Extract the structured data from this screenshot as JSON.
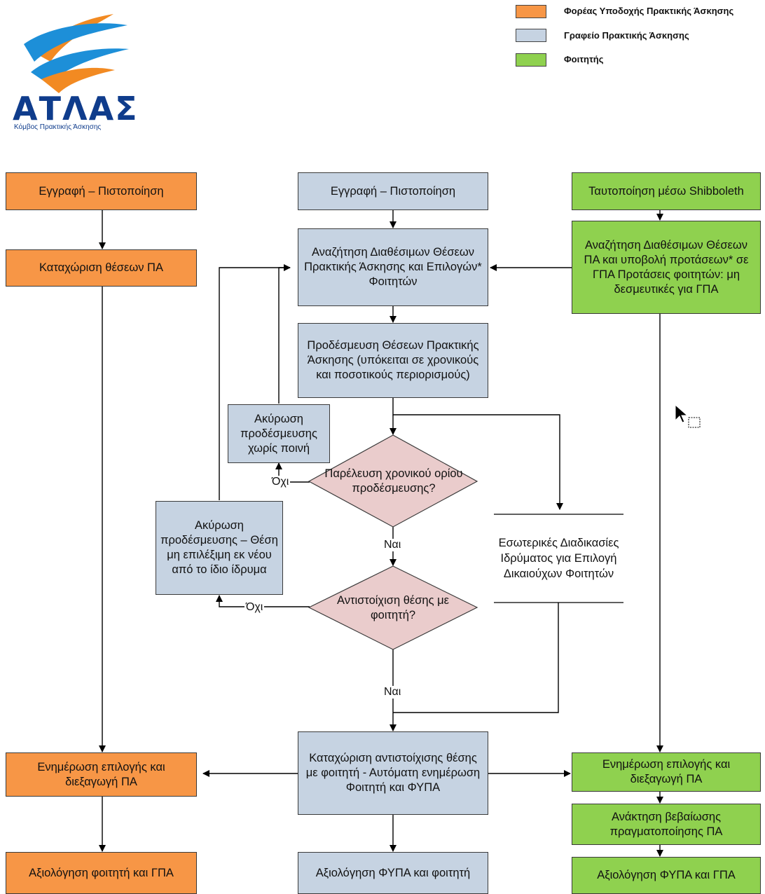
{
  "logo": {
    "name": "ΑΤΛΑΣ",
    "subtitle": "Κόμβος Πρακτικής Άσκησης",
    "colors": {
      "swirl_blue": "#1d8fd8",
      "swirl_orange": "#f28a22",
      "text": "#0f3c8c"
    }
  },
  "legend": [
    {
      "label": "Φορέας Υποδοχής Πρακτικής Άσκησης",
      "color": "#f79646"
    },
    {
      "label": "Γραφείο Πρακτικής Άσκησης",
      "color": "#c6d3e2"
    },
    {
      "label": "Φοιτητής",
      "color": "#8fd14f"
    }
  ],
  "lanes": {
    "host": {
      "color": "#f79646",
      "steps": [
        "Εγγραφή – Πιστοποίηση",
        "Καταχώριση θέσεων ΠΑ",
        "Ενημέρωση επιλογής και διεξαγωγή ΠΑ",
        "Αξιολόγηση φοιτητή και ΓΠΑ"
      ]
    },
    "office": {
      "color": "#c6d3e2",
      "steps": [
        "Εγγραφή – Πιστοποίηση",
        "Αναζήτηση Διαθέσιμων Θέσεων Πρακτικής Άσκησης και Επιλογών* Φοιτητών",
        "Προδέσμευση Θέσεων Πρακτικής Άσκησης (υπόκειται σε χρονικούς και ποσοτικούς περιορισμούς)",
        "Καταχώριση αντιστοίχισης θέσης με φοιτητή - Αυτόματη ενημέρωση Φοιτητή και ΦΥΠΑ",
        "Αξιολόγηση ΦΥΠΑ και φοιτητή"
      ],
      "cancel_no_penalty": "Ακύρωση προδέσμευσης χωρίς ποινή",
      "cancel_reject": "Ακύρωση προδέσμευσης – Θέση μη επιλέξιμη εκ νέου από το ίδιο ίδρυμα",
      "internal_process": "Εσωτερικές Διαδικασίες Ιδρύματος για Επιλογή Δικαιούχων Φοιτητών"
    },
    "student": {
      "color": "#8fd14f",
      "steps": [
        "Ταυτοποίηση μέσω Shibboleth",
        "Αναζήτηση Διαθέσιμων Θέσεων ΠΑ και υποβολή προτάσεων* σε ΓΠΑ Προτάσεις φοιτητών: μη δεσμευτικές για ΓΠΑ",
        "Ενημέρωση επιλογής και διεξαγωγή ΠΑ",
        "Ανάκτηση βεβαίωσης πραγματοποίησης ΠΑ",
        "Αξιολόγηση ΦΥΠΑ και ΓΠΑ"
      ]
    }
  },
  "decisions": {
    "deadline": "Παρέλευση χρονικού ορίου προδέσμευσης?",
    "match": "Αντιστοίχιση θέσης με φοιτητή?",
    "decision_color": "#eacccc"
  },
  "branch_labels": {
    "no": "Όχι",
    "yes": "Ναι"
  }
}
